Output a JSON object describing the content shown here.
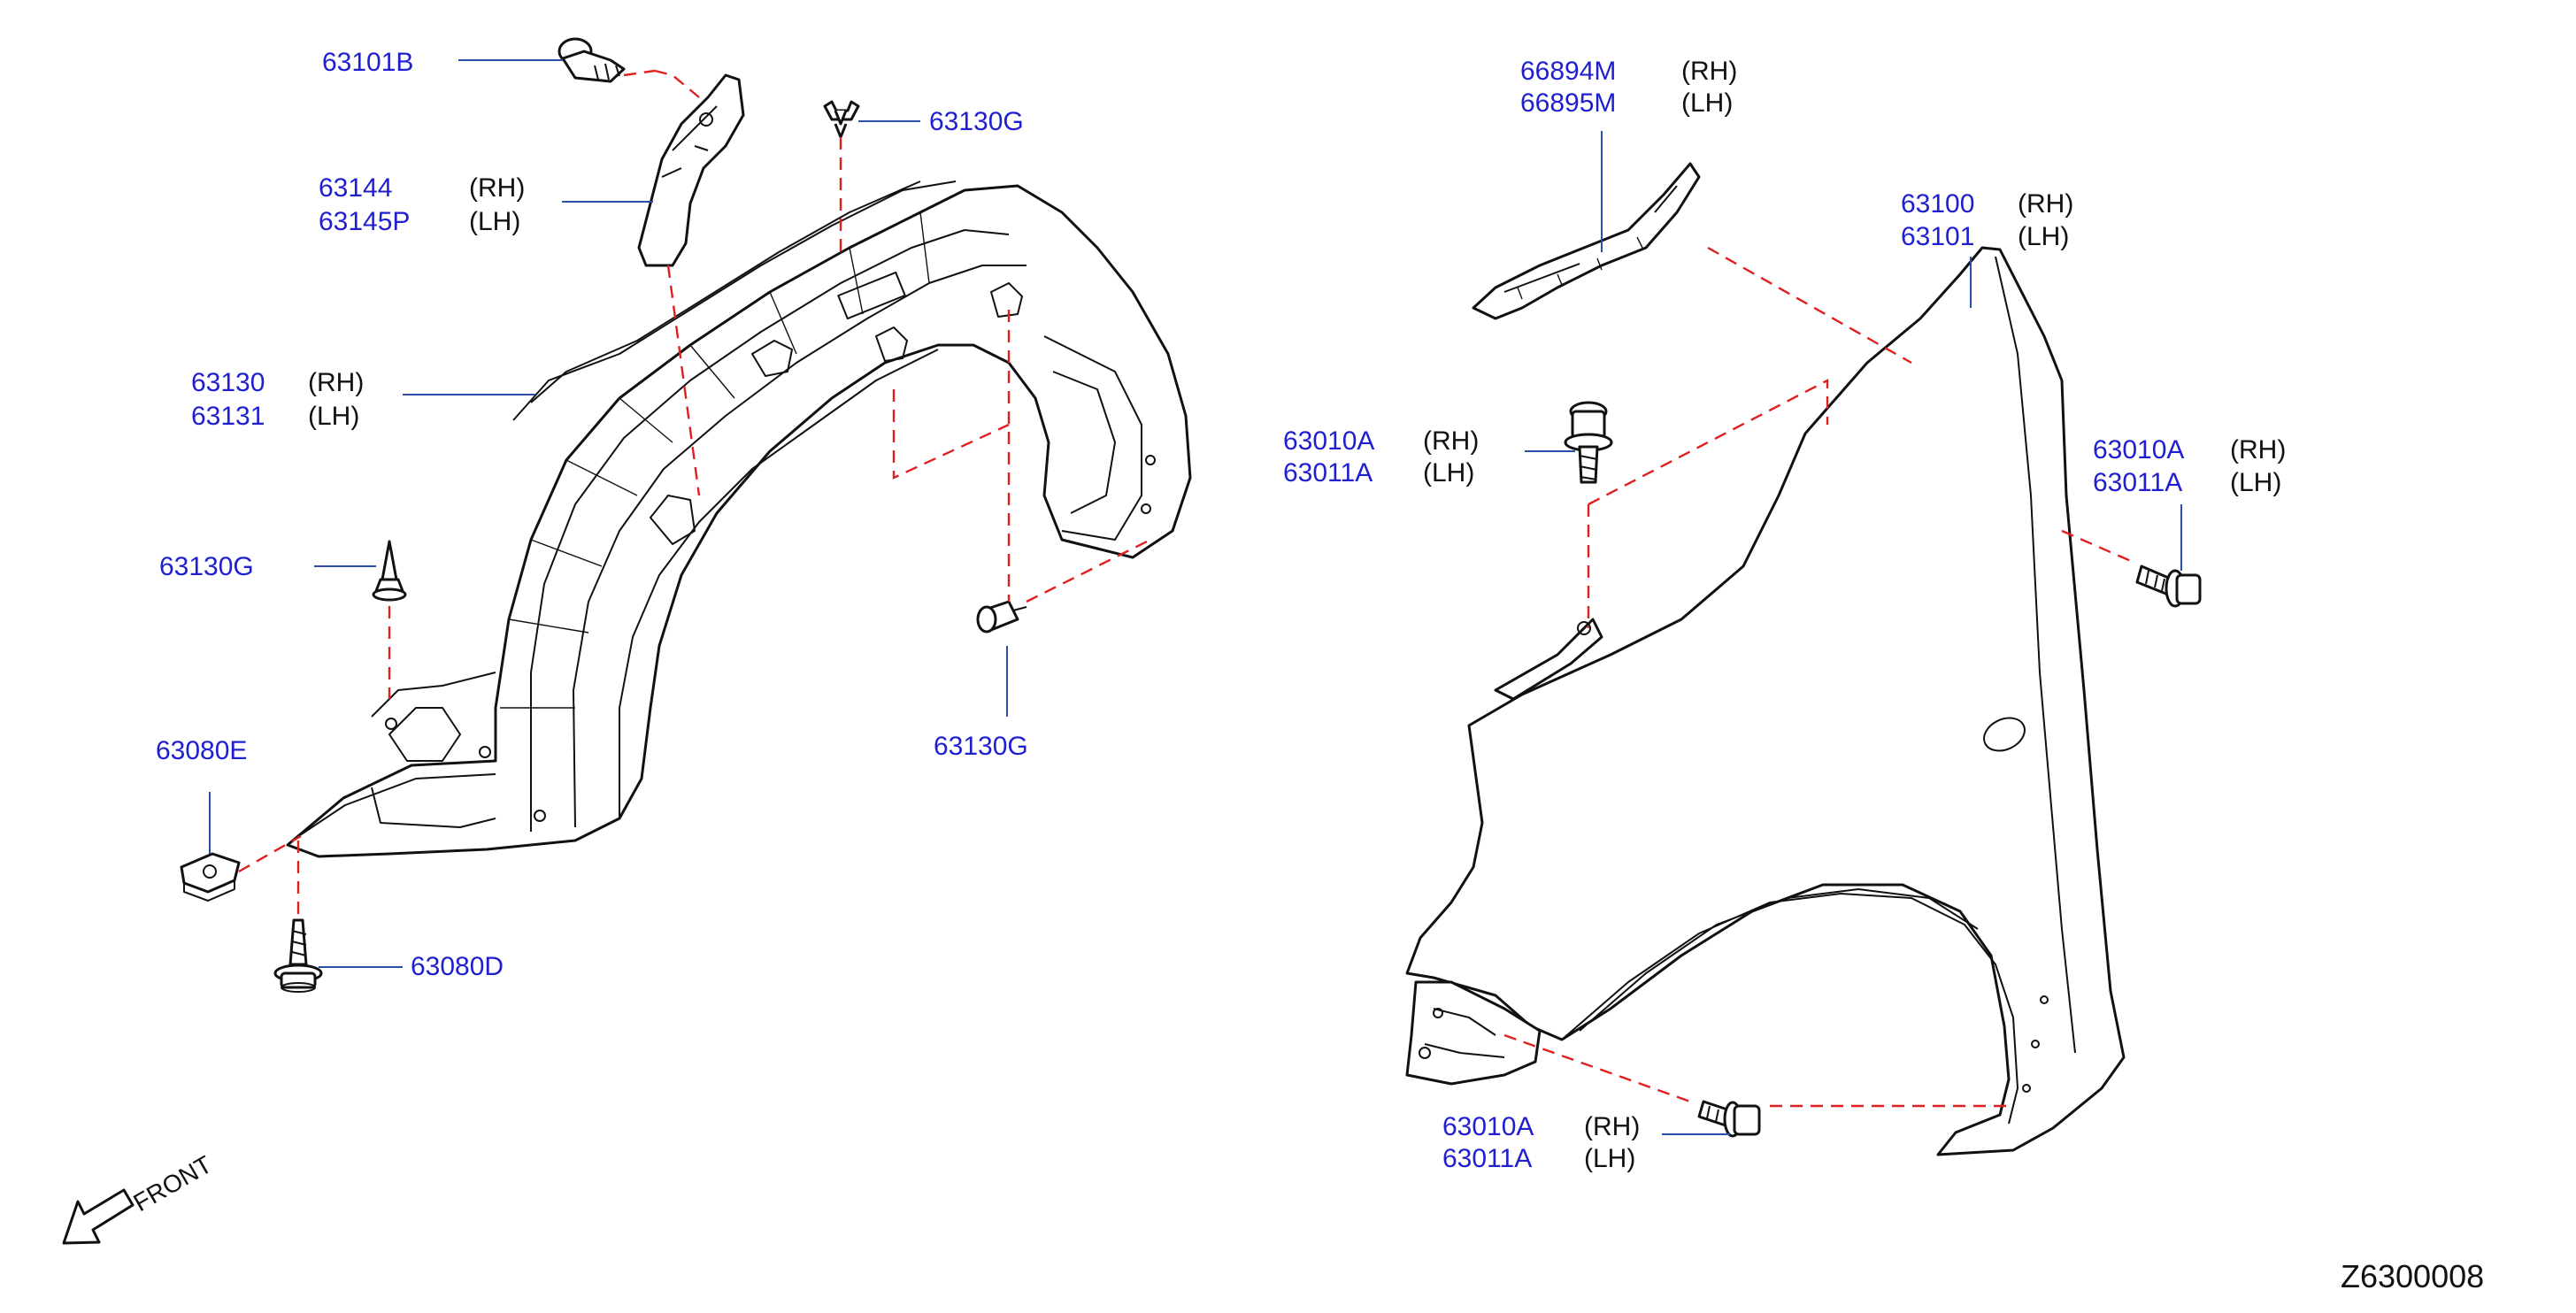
{
  "diagram": {
    "code": "Z6300008",
    "front_label": "FRONT",
    "callouts": {
      "bracket_bolt": {
        "p1": "63101B"
      },
      "stay": {
        "p1": "63144",
        "s1": "(RH)",
        "p2": "63145P",
        "s2": "(LH)"
      },
      "clip_top": {
        "p1": "63130G"
      },
      "protector": {
        "p1": "63130",
        "s1": "(RH)",
        "p2": "63131",
        "s2": "(LH)"
      },
      "clip_left": {
        "p1": "63130G"
      },
      "clip_right": {
        "p1": "63130G"
      },
      "nut": {
        "p1": "63080E"
      },
      "screw": {
        "p1": "63080D"
      },
      "seal": {
        "p1": "66894M",
        "s1": "(RH)",
        "p2": "66895M",
        "s2": "(LH)"
      },
      "fender": {
        "p1": "63100",
        "s1": "(RH)",
        "p2": "63101",
        "s2": "(LH)"
      },
      "bolt_top": {
        "p1": "63010A",
        "s1": "(RH)",
        "p2": "63011A",
        "s2": "(LH)"
      },
      "bolt_rear": {
        "p1": "63010A",
        "s1": "(RH)",
        "p2": "63011A",
        "s2": "(LH)"
      },
      "bolt_bottom": {
        "p1": "63010A",
        "s1": "(RH)",
        "p2": "63011A",
        "s2": "(LH)"
      }
    }
  }
}
